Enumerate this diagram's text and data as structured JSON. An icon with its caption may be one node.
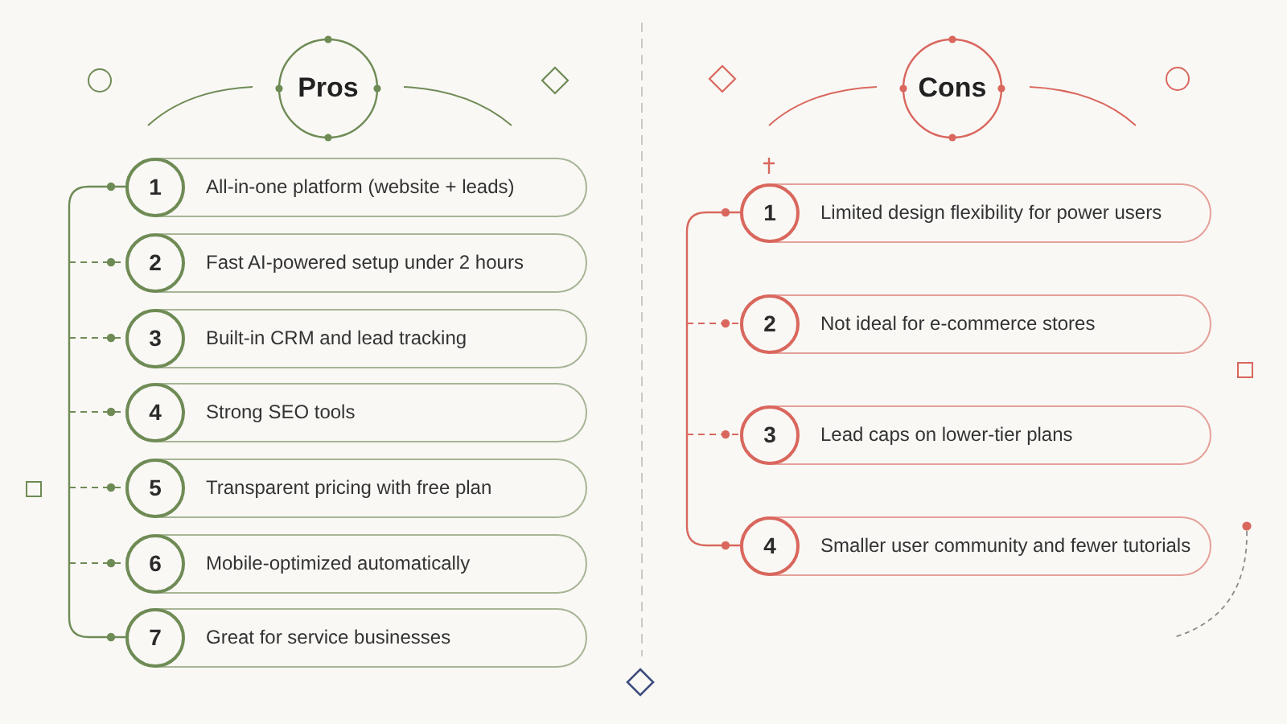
{
  "diagram": {
    "nodes": [
      {
        "text": [
          "Pros"
        ]
      },
      {
        "text": [
          "1",
          "All-in-one platform (website + leads)"
        ]
      },
      {
        "text": [
          "2",
          "Fast AI-powered setup under 2 hours"
        ]
      },
      {
        "text": [
          "3",
          "Built-in CRM and lead tracking"
        ]
      },
      {
        "text": [
          "4",
          "Strong SEO tools"
        ]
      },
      {
        "text": [
          "5",
          "Transparent pricing with free plan"
        ]
      },
      {
        "text": [
          "6",
          "Mobile-optimized automatically"
        ]
      },
      {
        "text": [
          "7",
          "Great for service businesses"
        ]
      },
      {
        "text": [
          "Cons"
        ]
      },
      {
        "text": [
          "1",
          "Limited design flexibility for power users"
        ]
      },
      {
        "text": [
          "2",
          "Not ideal for e-commerce stores"
        ]
      },
      {
        "text": [
          "3",
          "Lead caps on lower-tier plans"
        ]
      },
      {
        "text": [
          "4",
          "Smaller user community and fewer tutorials"
        ]
      }
    ],
    "edges": [
      {
        "from": 1,
        "to": 7,
        "arrow": "other"
      },
      {
        "from": null,
        "to": 2,
        "arrow": "other",
        "style": "dashed"
      },
      {
        "from": null,
        "to": 3,
        "arrow": "other",
        "style": "dashed"
      },
      {
        "from": null,
        "to": 4,
        "arrow": "other",
        "style": "dashed"
      },
      {
        "from": null,
        "to": 5,
        "arrow": "other",
        "style": "dashed"
      },
      {
        "from": null,
        "to": 6,
        "arrow": "other",
        "style": "dashed"
      },
      {
        "from": 9,
        "to": 12,
        "arrow": "other",
        "color": "#d9675d"
      },
      {
        "from": null,
        "to": 10,
        "arrow": "other",
        "style": "dashed",
        "color": "#d9675d"
      },
      {
        "from": null,
        "to": 11,
        "arrow": "other",
        "style": "dashed",
        "color": "#d9675d"
      }
    ]
  }
}
